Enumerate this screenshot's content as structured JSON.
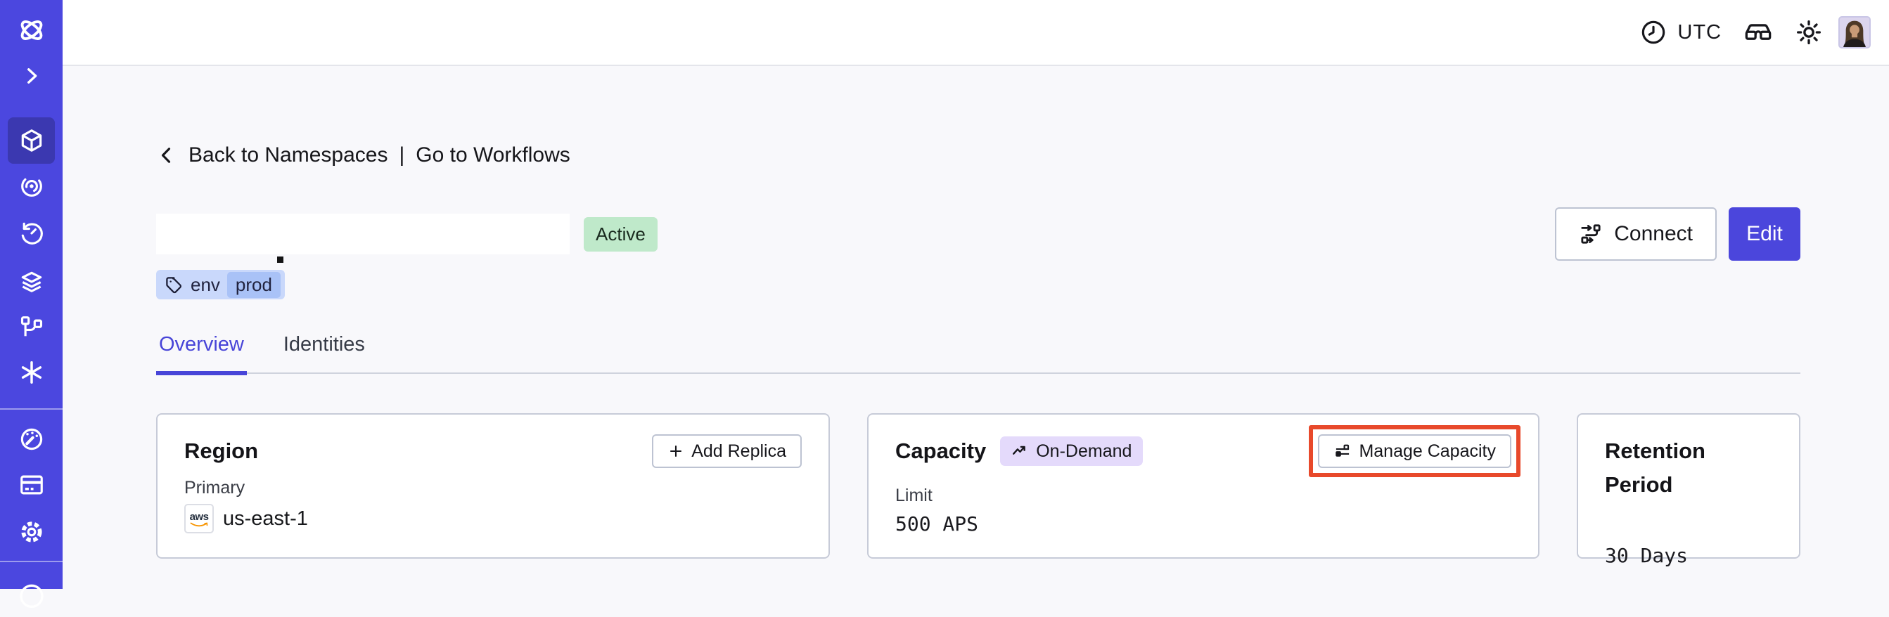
{
  "topbar": {
    "timezone": "UTC",
    "icons": [
      "clock-icon",
      "glasses-icon",
      "sun-icon",
      "avatar"
    ]
  },
  "sidebar": {
    "items": [
      "temporal-logo",
      "expand-chevron",
      "namespaces",
      "nexus",
      "schedules",
      "batch-operations",
      "deployments",
      "asterisk",
      "usage",
      "billing",
      "settings",
      "support"
    ]
  },
  "breadcrumb": {
    "back": "Back to Namespaces",
    "separator": "|",
    "forward": "Go to Workflows"
  },
  "namespace": {
    "status": "Active",
    "tag_key": "env",
    "tag_value": "prod"
  },
  "actions": {
    "connect": "Connect",
    "edit": "Edit"
  },
  "tabs": [
    {
      "label": "Overview",
      "active": true
    },
    {
      "label": "Identities",
      "active": false
    }
  ],
  "cards": {
    "region": {
      "title": "Region",
      "add_replica": "Add Replica",
      "label": "Primary",
      "provider": "aws",
      "value": "us-east-1"
    },
    "capacity": {
      "title": "Capacity",
      "badge": "On-Demand",
      "manage": "Manage Capacity",
      "label": "Limit",
      "value": "500 APS"
    },
    "retention": {
      "title": "Retention Period",
      "value": "30 Days"
    }
  },
  "colors": {
    "sidebar": "#4B47DF",
    "sidebar_active": "#3B38B0",
    "accent": "#4845D8",
    "edit_button": "#4B46DC",
    "active_badge_bg": "#BFE9CA",
    "tag_bg": "#C9D8FB",
    "tag_inner_bg": "#A9C2F7",
    "ondemand_bg": "#E4DAFB",
    "highlight_annotation": "#E8492B",
    "page_bg": "#F8F8FB"
  }
}
